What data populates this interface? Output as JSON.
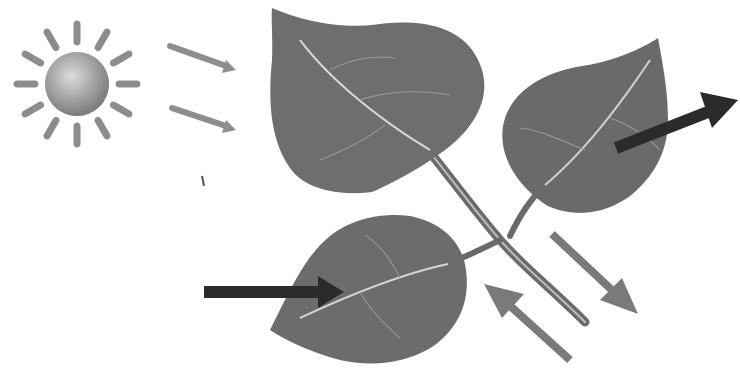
{
  "diagram": {
    "colors": {
      "background": "#ffffff",
      "leaf_fill": "#6e6e6e",
      "leaf_shade": "#5a5a5a",
      "leaf_vein": "#d8d8d8",
      "stem": "#6a6a6a",
      "sun_body": "#a8a8a8",
      "sun_ray": "#8c8c8c",
      "light_arrow": "#8e8e8e",
      "dark_arrow": "#2b2b2b",
      "medium_arrow": "#7a7a7a"
    },
    "elements": [
      {
        "name": "sun-icon",
        "kind": "sun"
      },
      {
        "name": "sunlight-arrow-upper",
        "kind": "light-arrow"
      },
      {
        "name": "sunlight-arrow-lower",
        "kind": "light-arrow"
      },
      {
        "name": "leaf-top-large",
        "kind": "leaf"
      },
      {
        "name": "leaf-right",
        "kind": "leaf"
      },
      {
        "name": "leaf-bottom-left",
        "kind": "leaf"
      },
      {
        "name": "stem",
        "kind": "stem"
      },
      {
        "name": "arrow-out-of-leaf",
        "kind": "dark-arrow"
      },
      {
        "name": "arrow-into-leaf",
        "kind": "dark-arrow"
      },
      {
        "name": "arrow-down-stem",
        "kind": "medium-arrow"
      },
      {
        "name": "arrow-up-stem",
        "kind": "medium-arrow"
      }
    ]
  }
}
